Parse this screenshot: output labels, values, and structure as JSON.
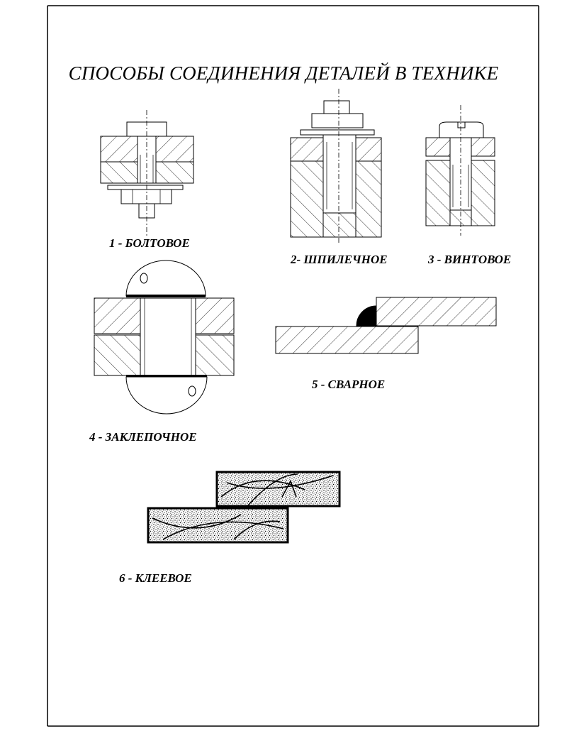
{
  "page": {
    "title": "СПОСОБЫ СОЕДИНЕНИЯ ДЕТАЛЕЙ В ТЕХНИКЕ"
  },
  "figures": [
    {
      "id": "bolt",
      "caption": "1 - БОЛТОВОЕ"
    },
    {
      "id": "stud",
      "caption": "2- ШПИЛЕЧНОЕ"
    },
    {
      "id": "screw",
      "caption": "3 - ВИНТОВОЕ"
    },
    {
      "id": "rivet",
      "caption": "4 - ЗАКЛЕПОЧНОЕ"
    },
    {
      "id": "weld",
      "caption": "5 - СВАРНОЕ"
    },
    {
      "id": "glue",
      "caption": "6 - КЛЕЕВОЕ"
    }
  ]
}
